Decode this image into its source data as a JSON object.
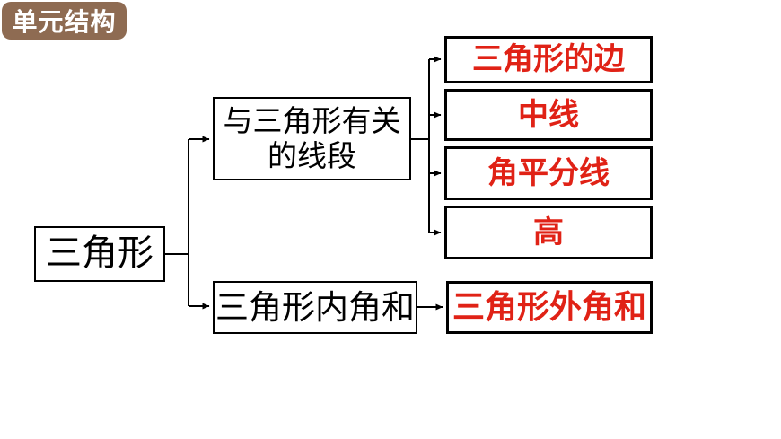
{
  "badge": {
    "label": "单元结构",
    "bg_color": "#8e6b52",
    "text_color": "#ffffff"
  },
  "colors": {
    "background": "#ffffff",
    "node_border": "#000000",
    "node_text_black": "#000000",
    "node_text_red": "#e02216",
    "connector": "#000000"
  },
  "diagram": {
    "nodes": {
      "root": {
        "label": "三角形"
      },
      "segments": {
        "label": "与三角形有关的线段",
        "lines": [
          "与三角形有关",
          "的线段"
        ]
      },
      "sides": {
        "label": "三角形的边"
      },
      "median": {
        "label": "中线"
      },
      "bisector": {
        "label": "角平分线"
      },
      "altitude": {
        "label": "高"
      },
      "interior": {
        "label": "三角形内角和"
      },
      "exterior": {
        "label": "三角形外角和"
      }
    },
    "edges": [
      {
        "from": "root",
        "to": "segments"
      },
      {
        "from": "root",
        "to": "interior"
      },
      {
        "from": "segments",
        "to": "sides"
      },
      {
        "from": "segments",
        "to": "median"
      },
      {
        "from": "segments",
        "to": "bisector"
      },
      {
        "from": "segments",
        "to": "altitude"
      },
      {
        "from": "interior",
        "to": "exterior"
      }
    ]
  }
}
